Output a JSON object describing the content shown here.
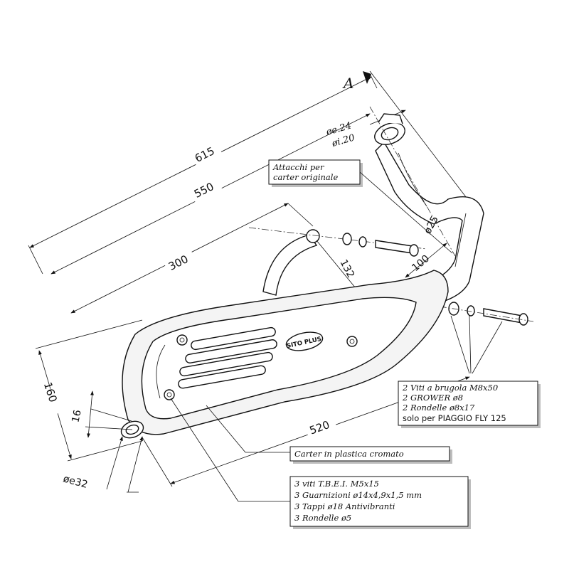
{
  "view_label": "A",
  "dimensions": {
    "overall_length": "615",
    "mount_length": "550",
    "body_length": "300",
    "muffler_length": "520",
    "height": "160",
    "bracket_spacing": "132",
    "pipe_offset": "100",
    "pipe_diameter": "ø25",
    "flange_outer": "øe.24",
    "flange_inner": "øi.20",
    "outlet_diameter": "øe32",
    "outlet_offset": "16"
  },
  "logo_text": "SITO PLUS",
  "notes": {
    "brackets": [
      "Attacchi per",
      "carter originale"
    ],
    "bolts": [
      "2 Viti a brugola M8x50",
      "2 GROWER ø8",
      "2 Rondelle ø8x17",
      "solo per PIAGGIO FLY 125"
    ],
    "cover": "Carter in plastica cromato",
    "screws": [
      "3 viti T.B.E.I. M5x15",
      "3 Guarnizioni ø14x4,9x1,5 mm",
      "3 Tappi ø18 Antivibranti",
      "3 Rondelle ø5"
    ]
  }
}
